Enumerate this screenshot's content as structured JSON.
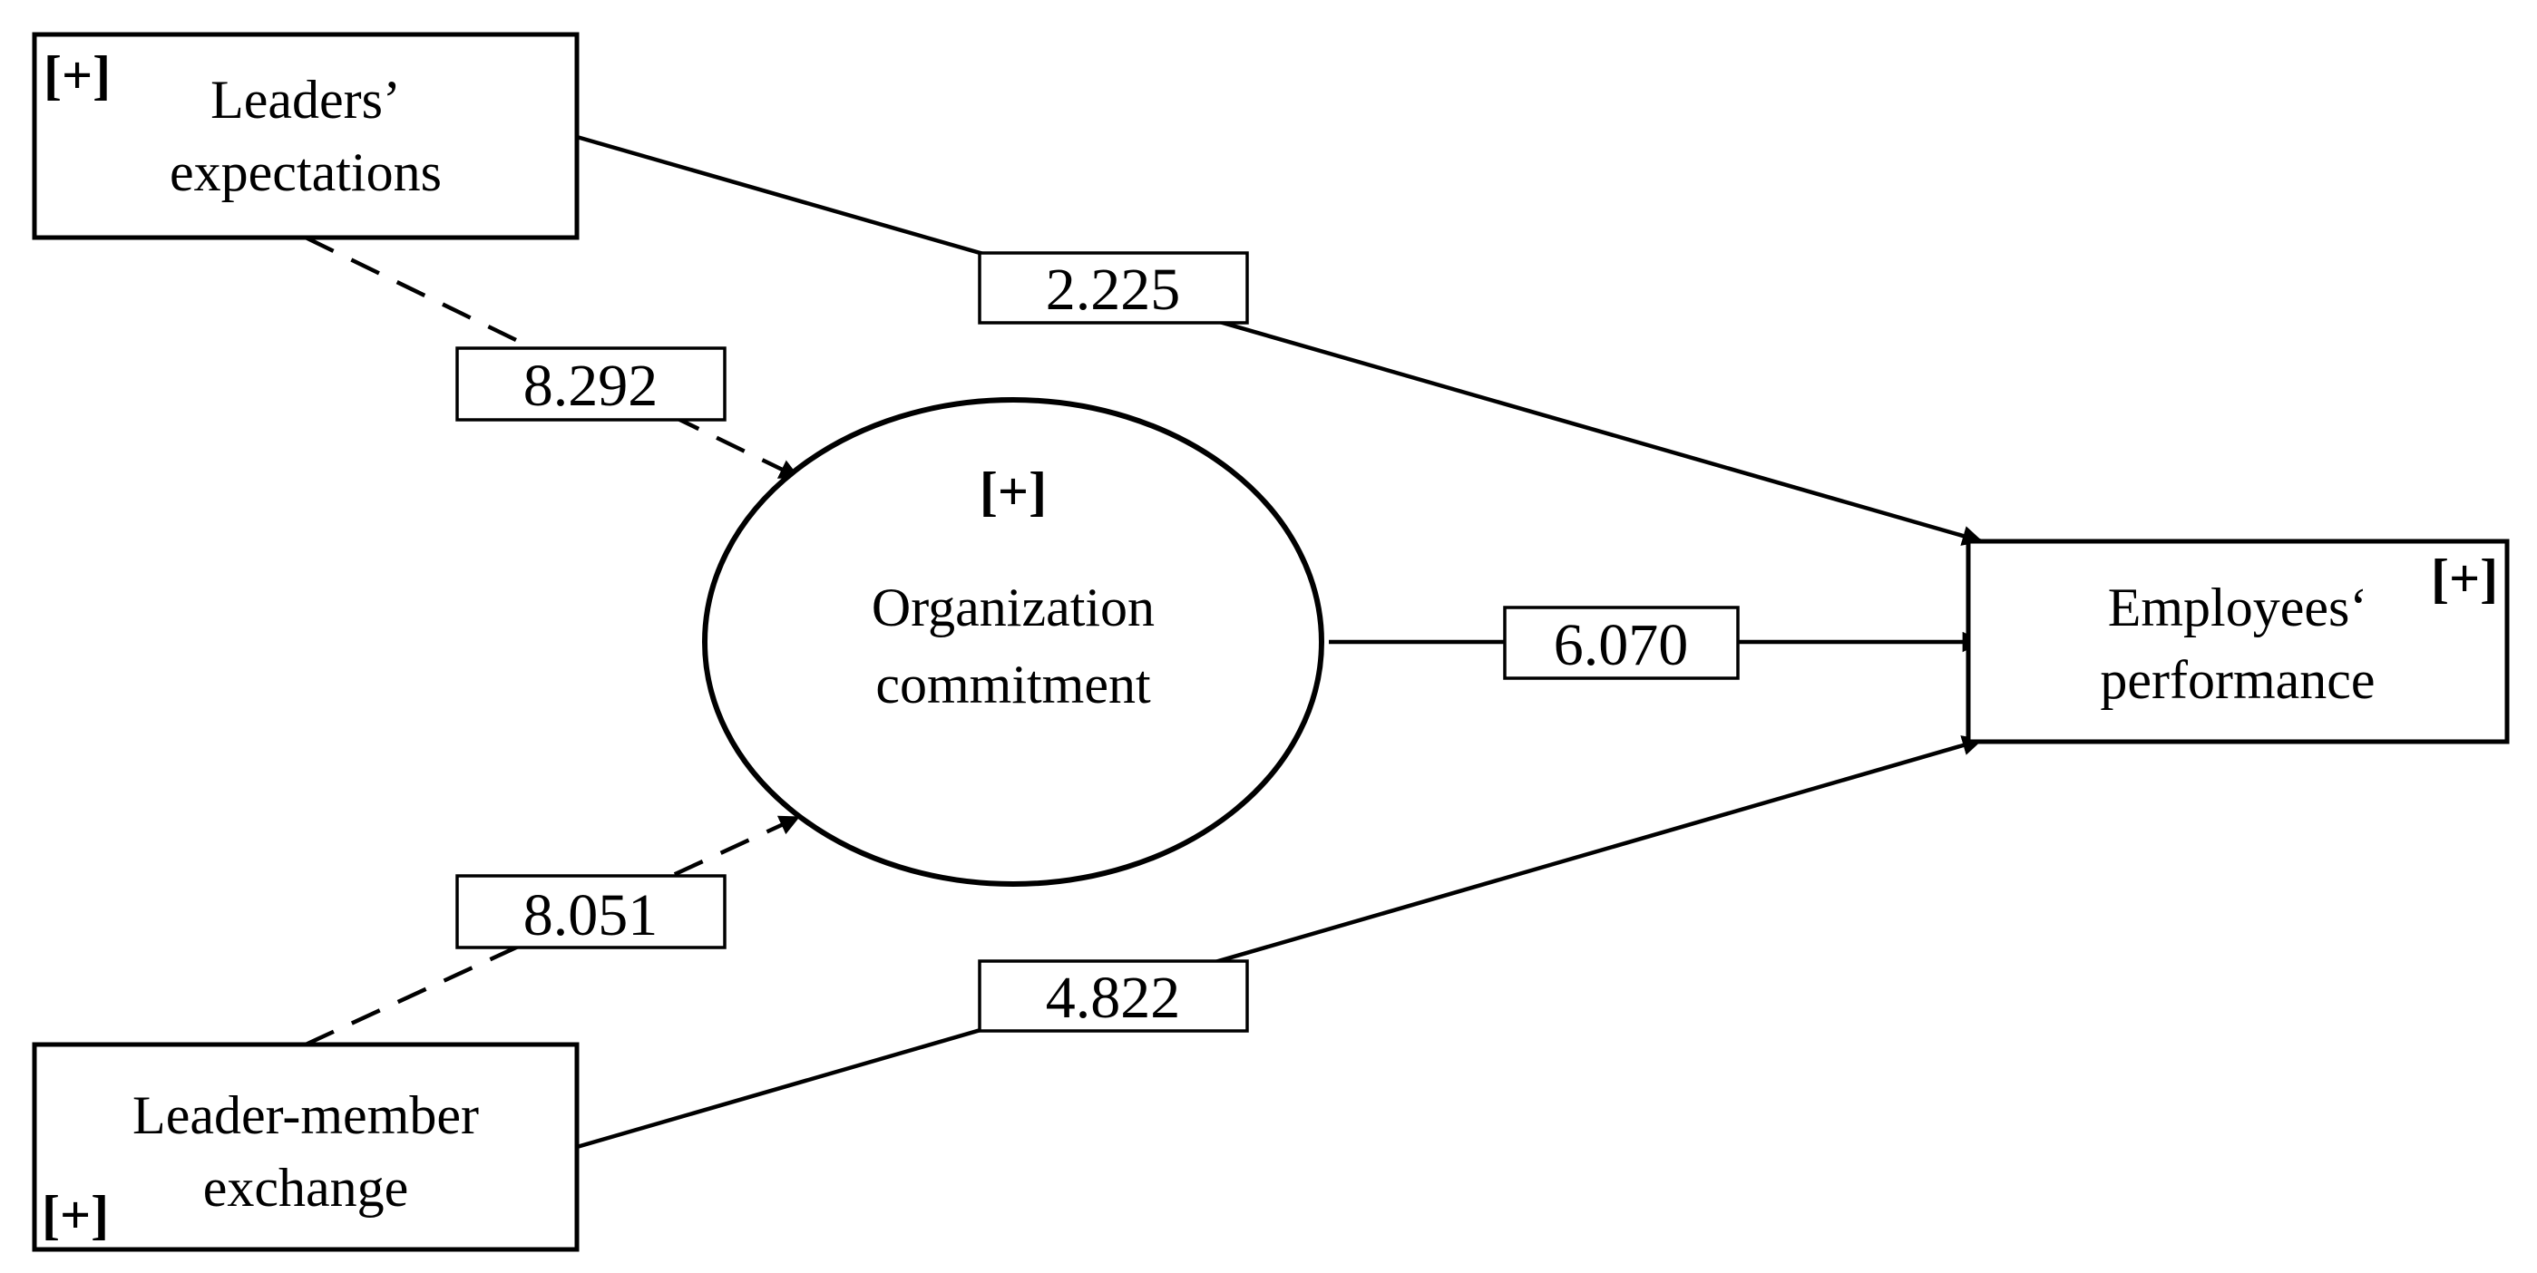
{
  "nodes": {
    "leaders_expectations": {
      "line1": "Leaders’",
      "line2": "expectations",
      "marker": "[+]"
    },
    "leader_member_exchange": {
      "line1": "Leader-member",
      "line2": "exchange",
      "marker": "[+]"
    },
    "organization_commitment": {
      "line1": "Organization",
      "line2": "commitment",
      "marker": "[+]"
    },
    "employees_performance": {
      "line1": "Employees‘",
      "line2": "performance",
      "marker": "[+]"
    }
  },
  "paths": {
    "le_to_ep": {
      "value": "2.225",
      "style": "solid"
    },
    "le_to_oc": {
      "value": "8.292",
      "style": "dashed"
    },
    "lmx_to_oc": {
      "value": "8.051",
      "style": "dashed"
    },
    "lmx_to_ep": {
      "value": "4.822",
      "style": "solid"
    },
    "oc_to_ep": {
      "value": "6.070",
      "style": "solid"
    }
  },
  "colors": {
    "line": "#000000",
    "background": "#ffffff"
  }
}
